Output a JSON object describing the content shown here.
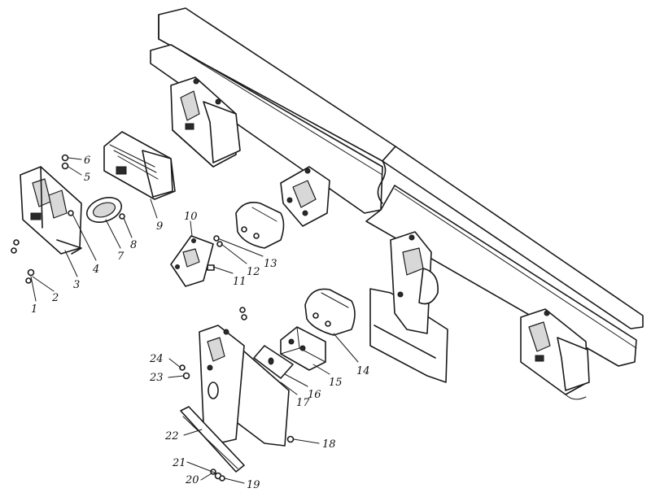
{
  "callouts": [
    {
      "num": "1"
    },
    {
      "num": "2"
    },
    {
      "num": "3"
    },
    {
      "num": "4"
    },
    {
      "num": "5"
    },
    {
      "num": "6"
    },
    {
      "num": "7"
    },
    {
      "num": "8"
    },
    {
      "num": "9"
    },
    {
      "num": "10"
    },
    {
      "num": "11"
    },
    {
      "num": "12"
    },
    {
      "num": "13"
    },
    {
      "num": "14"
    },
    {
      "num": "15"
    },
    {
      "num": "16"
    },
    {
      "num": "17"
    },
    {
      "num": "18"
    },
    {
      "num": "19"
    },
    {
      "num": "20"
    },
    {
      "num": "21"
    },
    {
      "num": "22"
    },
    {
      "num": "23"
    },
    {
      "num": "24"
    }
  ],
  "colors": {
    "ink": "#1a1a1a",
    "paper": "#ffffff",
    "shade": "#d8d8d8"
  }
}
